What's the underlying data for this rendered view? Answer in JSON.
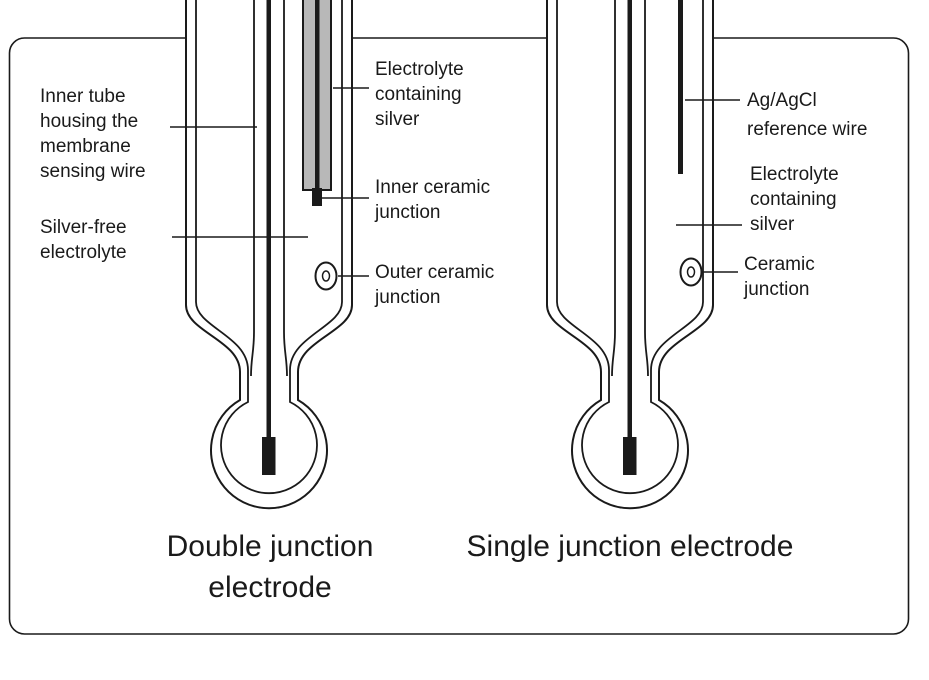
{
  "diagram": {
    "double_junction": {
      "caption": "Double junction electrode",
      "labels": {
        "inner_tube": "Inner tube housing the membrane sensing wire",
        "silver_free_electrolyte": "Silver-free electrolyte",
        "electrolyte_containing_silver": "Electrolyte containing silver",
        "inner_ceramic_junction": "Inner ceramic junction",
        "outer_ceramic_junction": "Outer ceramic junction"
      }
    },
    "single_junction": {
      "caption": "Single junction electrode",
      "labels": {
        "reference_wire": "Ag/AgCl reference wire",
        "electrolyte_containing_silver": "Electrolyte containing silver",
        "ceramic_junction": "Ceramic junction"
      }
    },
    "colors": {
      "line": "#1a1a1a",
      "silver_tube_fill": "#b8b8b8",
      "background": "#ffffff"
    }
  }
}
